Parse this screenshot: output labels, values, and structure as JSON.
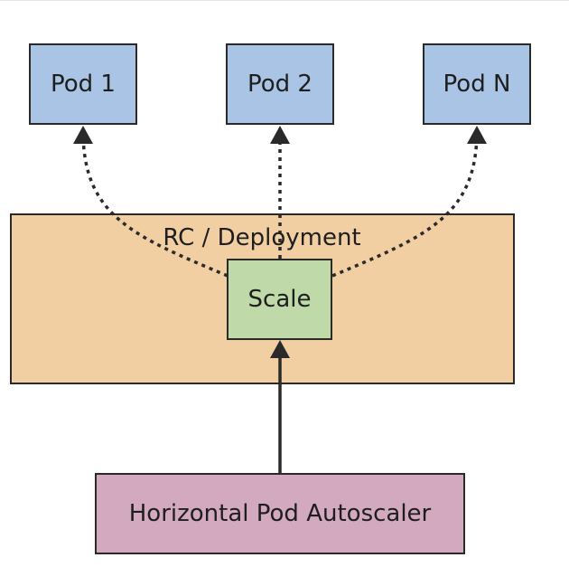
{
  "pods": [
    {
      "id": "pod1",
      "label": "Pod 1"
    },
    {
      "id": "pod2",
      "label": "Pod 2"
    },
    {
      "id": "podn",
      "label": "Pod N"
    }
  ],
  "controller": {
    "label": "RC / Deployment",
    "scale_label": "Scale"
  },
  "autoscaler": {
    "label": "Horizontal Pod Autoscaler"
  },
  "edges": [
    {
      "from": "autoscaler",
      "to": "scale",
      "style": "solid"
    },
    {
      "from": "scale",
      "to": "pod1",
      "style": "dotted"
    },
    {
      "from": "scale",
      "to": "pod2",
      "style": "dotted"
    },
    {
      "from": "scale",
      "to": "podn",
      "style": "dotted"
    }
  ],
  "colors": {
    "pod_fill": "#a9c4e4",
    "controller_fill": "#f2cfa3",
    "scale_fill": "#bfd9a9",
    "autoscaler_fill": "#d3a9c0",
    "stroke": "#2a2a2a"
  }
}
